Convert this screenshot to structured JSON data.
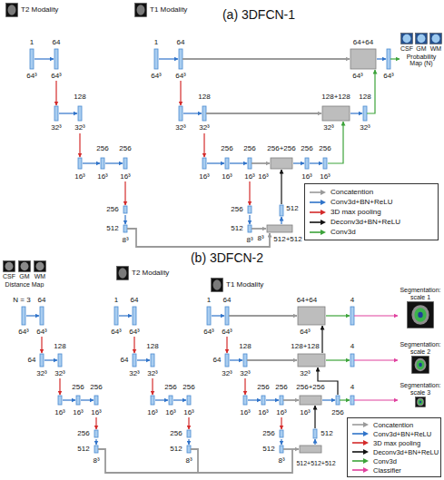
{
  "diagram": {
    "nodes": [
      {
        "text": [
          "T2 Modality"
        ]
      },
      {
        "text": [
          "T1 Modality"
        ]
      },
      {
        "text": [
          "CSF",
          "GM",
          "WM",
          "Probability Map (N)"
        ]
      },
      {
        "text": [
          "CSF",
          "GM",
          "WM",
          "Distance Map"
        ]
      },
      {
        "text": [
          "T2 Modality"
        ]
      },
      {
        "text": [
          "T1 Modality"
        ]
      },
      {
        "text": [
          "Segmentation: scale 1"
        ]
      },
      {
        "text": [
          "Segmentation: scale 2"
        ]
      },
      {
        "text": [
          "Segmentation: scale 3"
        ]
      }
    ],
    "labels": [
      "(a) 3DFCN-1",
      "1",
      "64",
      "64³",
      "64³",
      "128",
      "32³",
      "32³",
      "256",
      "256",
      "16³",
      "16³",
      "16³",
      "256",
      "512",
      "8³",
      "1",
      "64",
      "64³",
      "64³",
      "128",
      "32³",
      "32³",
      "256",
      "256",
      "16³",
      "16³",
      "16³",
      "256",
      "512",
      "8³",
      "512",
      "8³",
      "512+512",
      "256+256",
      "256",
      "256",
      "16³",
      "16³",
      "16³",
      "128+128",
      "128",
      "32³",
      "32³",
      "64+64",
      "64³",
      "64³",
      "(b) 3DFCN-2",
      "N = 3",
      "64",
      "64³",
      "64³",
      "64",
      "128",
      "32³",
      "32³",
      "256",
      "256",
      "16³",
      "16³",
      "16³",
      "256",
      "512",
      "8³",
      "1",
      "64",
      "64³",
      "64³",
      "64",
      "128",
      "32³",
      "32³",
      "256",
      "256",
      "16³",
      "16³",
      "16³",
      "256",
      "512",
      "8³",
      "1",
      "64",
      "64³",
      "64³",
      "64",
      "128",
      "32³",
      "32³",
      "256",
      "256",
      "16³",
      "16³",
      "16³",
      "256",
      "512",
      "8³",
      "512+512+512",
      "512",
      "256+256",
      "16³",
      "256",
      "4",
      "128+128",
      "4",
      "32³",
      "64+64",
      "4",
      "64³"
    ],
    "legend": [
      {
        "text": "Concatention"
      },
      {
        "text": "Conv3d+BN+ReLU"
      },
      {
        "text": "3D max pooling"
      },
      {
        "text": "Deconv3d+BN+ReLU"
      },
      {
        "text": "Conv3d"
      },
      {
        "text": "Concatention"
      },
      {
        "text": "Conv3d+BN+ReLU"
      },
      {
        "text": "3D max pooling"
      },
      {
        "text": "Deconv3d+BN+ReLU"
      },
      {
        "text": "Conv3d"
      },
      {
        "text": "Classifier"
      }
    ]
  }
}
